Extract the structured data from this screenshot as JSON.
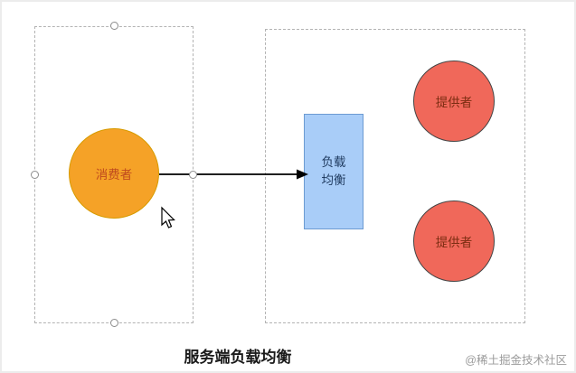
{
  "diagram": {
    "consumer": {
      "label": "消费者"
    },
    "load_balancer": {
      "label": "负载\n均衡"
    },
    "providers": [
      {
        "label": "提供者"
      },
      {
        "label": "提供者"
      }
    ],
    "caption": "服务端负载均衡",
    "watermark": "@稀土掘金技术社区"
  },
  "colors": {
    "consumer_fill": "#F5A227",
    "consumer_stroke": "#D79B00",
    "consumer_text": "#BF4A1E",
    "load_balancer_fill": "#A9CDF8",
    "load_balancer_stroke": "#6C9BD2",
    "load_balancer_text": "#1F3A5F",
    "provider_fill": "#F0685A",
    "provider_stroke": "#454545",
    "provider_text": "#7C2D12",
    "selection_dash": "#B3B3B3",
    "arrow": "#000000"
  }
}
